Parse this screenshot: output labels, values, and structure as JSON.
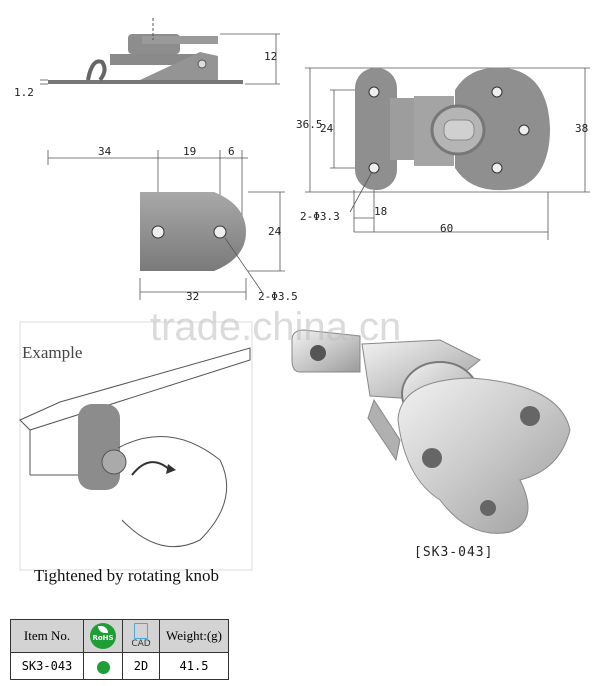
{
  "top_view": {
    "dim_height": "12",
    "dim_thickness": "1.2"
  },
  "plate_view": {
    "dim_34": "34",
    "dim_19": "19",
    "dim_6": "6",
    "dim_height": "24",
    "dim_width": "32",
    "hole_label": "2-Φ3.5"
  },
  "right_view": {
    "dim_36_5": "36.5",
    "dim_24": "24",
    "dim_38": "38",
    "dim_18": "18",
    "dim_60": "60",
    "hole_label": "2-Φ3.3"
  },
  "watermark": "trade.china.cn",
  "example_label": "Example",
  "caption": "Tightened by rotating knob",
  "model_label": "[SK3-043]",
  "spec_table": {
    "header": {
      "item_no": "Item No.",
      "rohs": "RoHS",
      "cad": "CAD",
      "weight": "Weight:(g)"
    },
    "row": {
      "item_no": "SK3-043",
      "cad": "2D",
      "weight": "41.5"
    }
  },
  "colors": {
    "part_fill": "#8f8f8f",
    "part_dark": "#5c5c5c",
    "rohs_green": "#1e9e34",
    "table_header": "#d3d3d3"
  }
}
